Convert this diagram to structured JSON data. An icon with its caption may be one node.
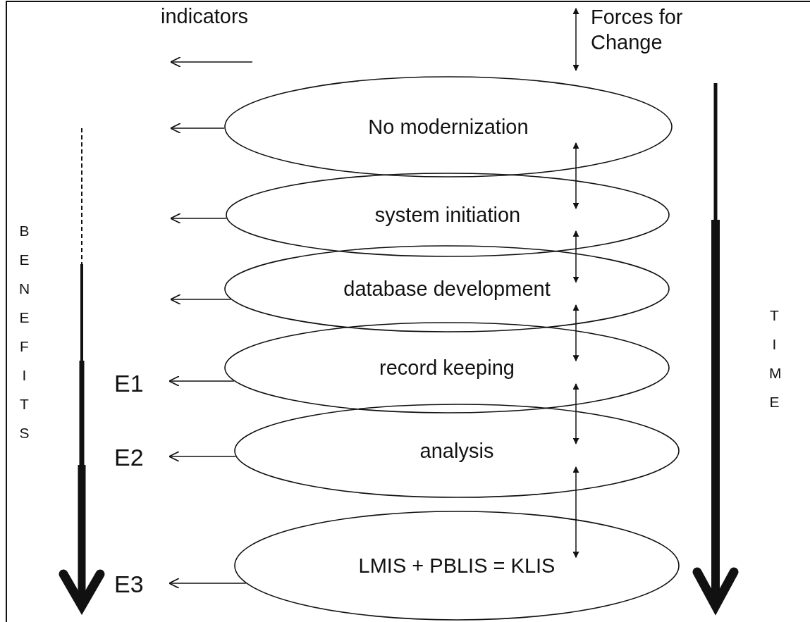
{
  "diagram": {
    "nodes": [
      {
        "text": [
          "No modernization"
        ]
      },
      {
        "text": [
          "system initiation"
        ]
      },
      {
        "text": [
          "database development"
        ]
      },
      {
        "text": [
          "record keeping"
        ]
      },
      {
        "text": [
          "analysis"
        ]
      },
      {
        "text": [
          "LMIS + PBLIS = KLIS"
        ]
      },
      {
        "text": [
          "E1"
        ]
      },
      {
        "text": [
          "E2"
        ]
      },
      {
        "text": [
          "E3"
        ]
      }
    ],
    "edges": [
      {
        "from": 0,
        "to": null,
        "arrow": "to"
      },
      {
        "from": 1,
        "to": null,
        "arrow": "to"
      },
      {
        "from": 2,
        "to": null,
        "arrow": "to"
      },
      {
        "from": 3,
        "to": 6,
        "arrow": "to"
      },
      {
        "from": 4,
        "to": 7,
        "arrow": "to"
      },
      {
        "from": 5,
        "to": 8,
        "arrow": "to"
      },
      {
        "from": null,
        "to": 0,
        "arrow": "both"
      },
      {
        "from": 0,
        "to": 1,
        "arrow": "both"
      },
      {
        "from": 1,
        "to": 2,
        "arrow": "both"
      },
      {
        "from": 2,
        "to": 3,
        "arrow": "both"
      },
      {
        "from": 3,
        "to": 4,
        "arrow": "both"
      },
      {
        "from": 4,
        "to": 5,
        "arrow": "both"
      }
    ],
    "labels": [
      "indicators",
      "Forces for Change",
      "BENEFITS",
      "TIME"
    ]
  }
}
